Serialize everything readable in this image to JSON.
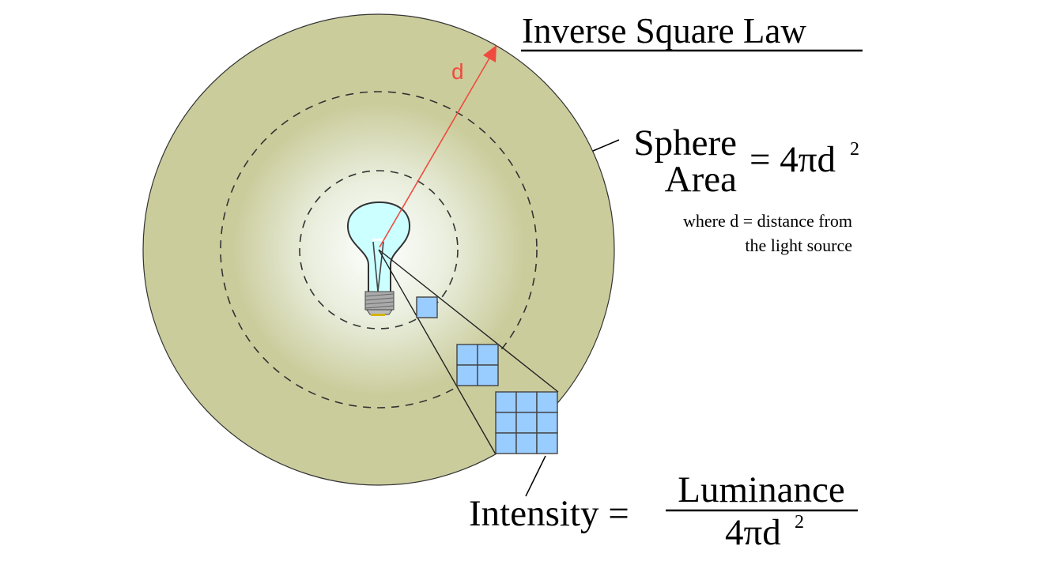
{
  "title": "Inverse Square Law",
  "distance_label": "d",
  "sphere_area": {
    "line1": "Sphere",
    "line2": "Area",
    "formula": "= 4πd",
    "exponent": "2",
    "note_line1": "where d = distance from",
    "note_line2": "the light source"
  },
  "intensity": {
    "label": "Intensity =",
    "numerator": "Luminance",
    "denominator": "4πd",
    "exponent": "2"
  },
  "colors": {
    "sphere_fill": "#cbcc9c",
    "glow_center": "#ffffff",
    "arrow": "#f04a3e",
    "tile": "#99ccff",
    "bulb": "#ccffff"
  }
}
